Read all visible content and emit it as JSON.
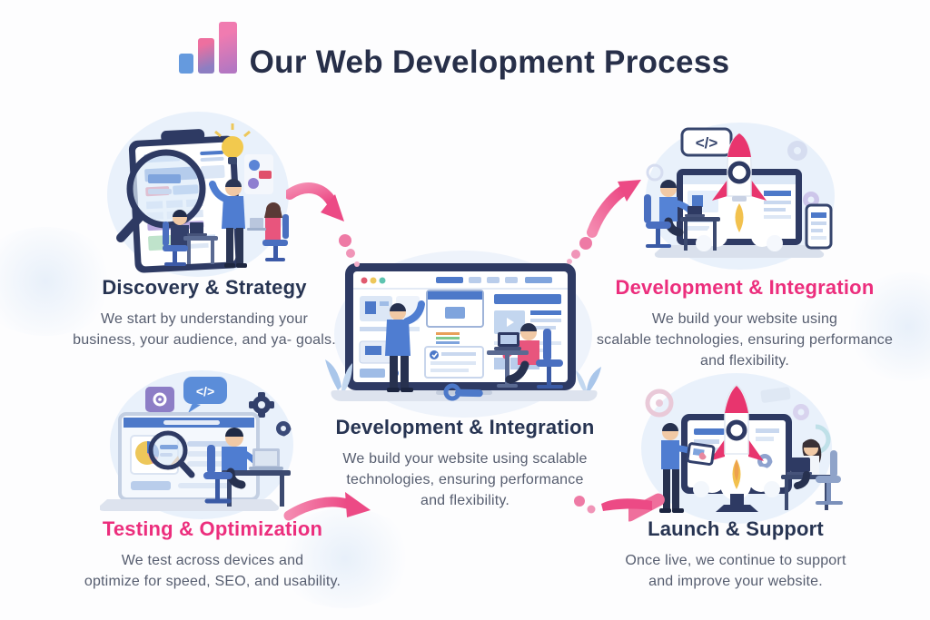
{
  "header": {
    "title": "Our Web Development Process"
  },
  "steps": {
    "discovery": {
      "title": "Discovery & Strategy",
      "lines": [
        "We start by understanding your",
        "business, your audience, and ya- goals."
      ]
    },
    "development_right": {
      "title": "Development & Integration",
      "lines": [
        "We build your website using",
        "scalable technologies, ensuring performance",
        "and flexibility."
      ]
    },
    "development_center": {
      "title": "Development & Integration",
      "lines": [
        "We build your website using scalable",
        "technologies, ensuring performance",
        "and flexibility."
      ]
    },
    "testing": {
      "title": "Testing & Optimization",
      "lines": [
        "We test across devices and",
        "optimize for speed, SEO, and usability."
      ]
    },
    "launch": {
      "title": "Launch & Support",
      "lines": [
        "Once live, we continue to support",
        "and improve your website."
      ]
    }
  },
  "icons": {
    "code_badge": "</>",
    "code_bubble": "</>"
  },
  "colors": {
    "accent_pink": "#ec2e7d",
    "heading_navy": "#273452",
    "body_gray": "#565d6f",
    "arrow_pink": "#ee5c8f"
  }
}
